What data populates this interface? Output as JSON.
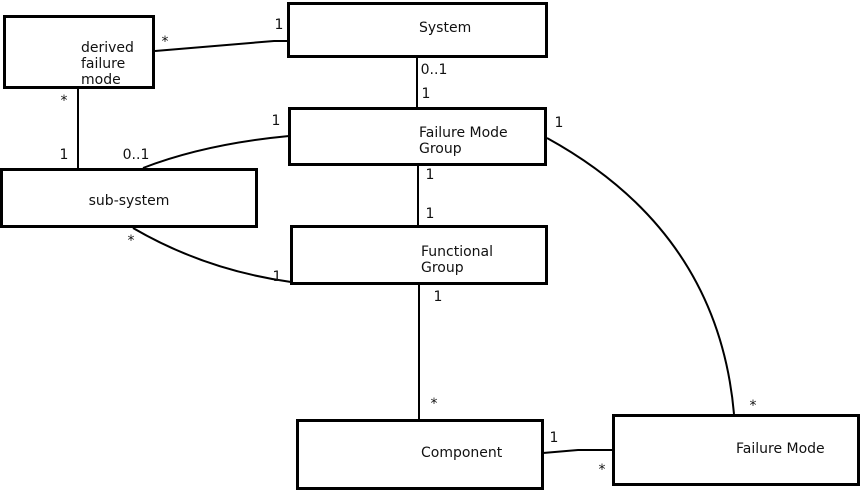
{
  "diagram": {
    "kind": "entity-association-diagram",
    "background_color": "#ffffff",
    "line_color": "#000000",
    "entities": {
      "derived_failure_mode": {
        "lines": [
          "derived",
          "failure",
          "mode"
        ]
      },
      "system": {
        "lines": [
          "System"
        ]
      },
      "failure_mode_group": {
        "lines": [
          "Failure Mode",
          "Group"
        ]
      },
      "sub_system": {
        "lines": [
          "sub-system"
        ]
      },
      "functional_group": {
        "lines": [
          "Functional",
          "Group"
        ]
      },
      "component": {
        "lines": [
          "Component"
        ]
      },
      "failure_mode": {
        "lines": [
          "Failure Mode"
        ]
      }
    },
    "associations": [
      {
        "from": "derived failure mode",
        "to": "System",
        "from_mult": "*",
        "to_mult": "1"
      },
      {
        "from": "System",
        "to": "Failure Mode Group",
        "from_mult": "0..1",
        "to_mult": "1"
      },
      {
        "from": "derived failure mode",
        "to": "sub-system",
        "from_mult": "*",
        "to_mult": "1"
      },
      {
        "from": "sub-system",
        "to": "Failure Mode Group",
        "from_mult": "0..1",
        "to_mult": "1"
      },
      {
        "from": "Failure Mode Group",
        "to": "Functional Group",
        "from_mult": "1",
        "to_mult": "1"
      },
      {
        "from": "Functional Group",
        "to": "Component",
        "from_mult": "1",
        "to_mult": "*"
      },
      {
        "from": "sub-system",
        "to": "Functional Group",
        "from_mult": "*",
        "to_mult": "1"
      },
      {
        "from": "Failure Mode Group",
        "to": "Failure Mode",
        "from_mult": "1",
        "to_mult": "*"
      },
      {
        "from": "Component",
        "to": "Failure Mode",
        "from_mult": "1",
        "to_mult": "*"
      }
    ]
  }
}
